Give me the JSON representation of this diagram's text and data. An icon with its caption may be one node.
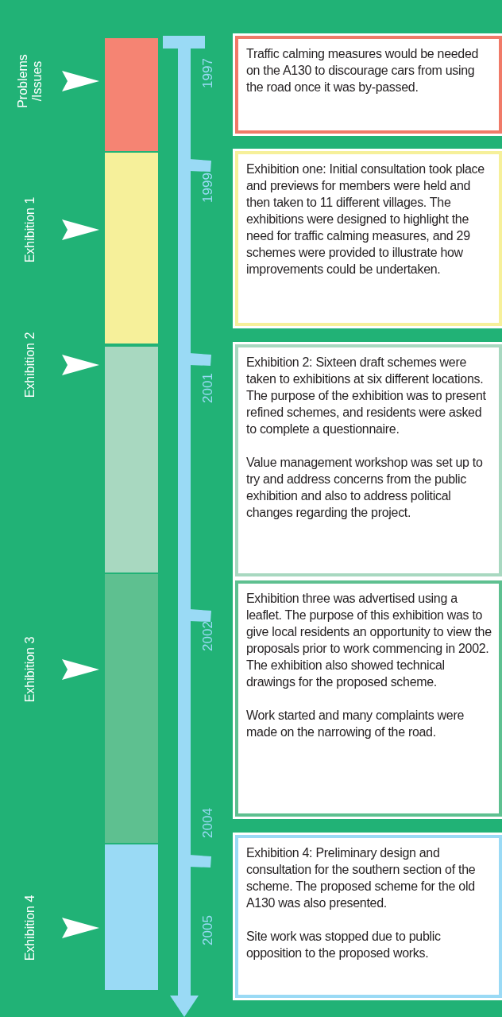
{
  "diagram": {
    "nodes": [
      {
        "text": [
          "Problems /Issues"
        ]
      },
      {
        "text": [
          "Exhibition 1"
        ]
      },
      {
        "text": [
          "Exhibition 2"
        ]
      },
      {
        "text": [
          "Exhibition 3"
        ]
      },
      {
        "text": [
          "Exhibition 4"
        ]
      },
      {
        "text": [],
        "shape": "bar"
      },
      {
        "text": [],
        "shape": "bar"
      },
      {
        "text": [],
        "shape": "bar"
      },
      {
        "text": [],
        "shape": "bar"
      },
      {
        "text": [],
        "shape": "bar"
      },
      {
        "text": [
          "Traffic calming measures would be needed on the A130 to discourage cars from using the road once it was by-passed."
        ]
      },
      {
        "text": [
          "Exhibition one: Initial consultation took place and previews for members were held and then taken to 11 different villages. The exhibitions were designed to highlight the need for traffic calming measures, and 29 schemes were provided to illustrate how improvements could be undertaken."
        ]
      },
      {
        "text": [
          "Exhibition 2: Sixteen draft schemes were taken to exhibitions at six different locations. The purpose of the exhibition was to present refined schemes, and residents were asked to complete a questionnaire.",
          "Value management workshop was set up to try and address concerns from the public exhibition and also to address political changes regarding the project."
        ]
      },
      {
        "text": [
          "Exhibition three was advertised using a leaflet. The purpose of this exhibition was to give local residents an opportunity to view the proposals prior to work commencing in 2002. The exhibition also showed technical drawings for the proposed scheme.",
          "Work started and many complaints were made on the narrowing of the road."
        ]
      },
      {
        "text": [
          "Exhibition 4: Preliminary design and consultation for the southern section of the scheme. The proposed scheme for the old A130 was also presented.",
          "Site work was stopped due to public opposition to the proposed works."
        ]
      }
    ],
    "edges": [
      {
        "from": 0,
        "to": 5,
        "arrow": "to"
      },
      {
        "from": 1,
        "to": 6,
        "arrow": "to"
      },
      {
        "from": 2,
        "to": 7,
        "arrow": "to"
      },
      {
        "from": 3,
        "to": 8,
        "arrow": "to"
      },
      {
        "from": 4,
        "to": 9,
        "arrow": "to"
      }
    ],
    "labels": [
      "1997",
      "1999",
      "2001",
      "2002",
      "2004",
      "2005"
    ]
  }
}
